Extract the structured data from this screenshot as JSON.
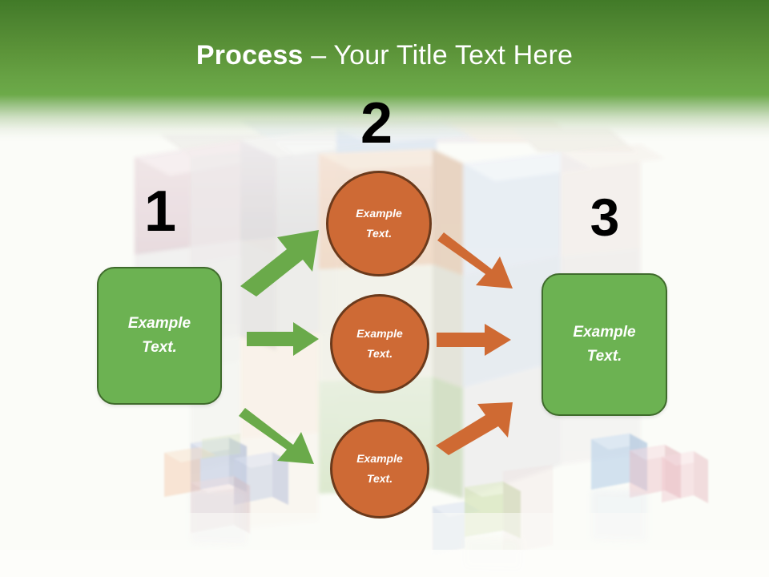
{
  "slide": {
    "title_bold": "Process",
    "title_rest": " – Your Title Text Here",
    "background_top_color": "#417a28",
    "background_bottom_color": "#6caa49",
    "canvas_color": "#fbfcf8"
  },
  "palette": {
    "green_fill": "#6cb252",
    "green_border": "#3f6b2c",
    "orange_fill": "#ce6a35",
    "orange_border": "#6b3a1c",
    "green_arrow": "#6aaa4a",
    "orange_arrow": "#cf6a33",
    "number_color": "#000000"
  },
  "steps": [
    {
      "number": "1",
      "label_line1": "Example",
      "label_line2": "Text."
    },
    {
      "number": "2",
      "label_line1": "Example",
      "label_line2": "Text."
    },
    {
      "number": "3",
      "label_line1": "Example",
      "label_line2": "Text."
    }
  ],
  "stage1": {
    "number": "1",
    "box": {
      "line1": "Example",
      "line2": "Text."
    }
  },
  "stage2": {
    "number": "2",
    "circles": [
      {
        "line1": "Example",
        "line2": "Text."
      },
      {
        "line1": "Example",
        "line2": "Text."
      },
      {
        "line1": "Example",
        "line2": "Text."
      }
    ]
  },
  "stage3": {
    "number": "3",
    "box": {
      "line1": "Example",
      "line2": "Text."
    }
  },
  "arrows": [
    {
      "name": "green-arrow-up-right",
      "color": "#6aaa4a",
      "direction": "up-right"
    },
    {
      "name": "green-arrow-right",
      "color": "#6aaa4a",
      "direction": "right"
    },
    {
      "name": "green-arrow-down-right",
      "color": "#6aaa4a",
      "direction": "down-right"
    },
    {
      "name": "orange-arrow-down-right",
      "color": "#cf6a33",
      "direction": "down-right"
    },
    {
      "name": "orange-arrow-right",
      "color": "#cf6a33",
      "direction": "right"
    },
    {
      "name": "orange-arrow-up-right",
      "color": "#cf6a33",
      "direction": "up-right"
    }
  ]
}
